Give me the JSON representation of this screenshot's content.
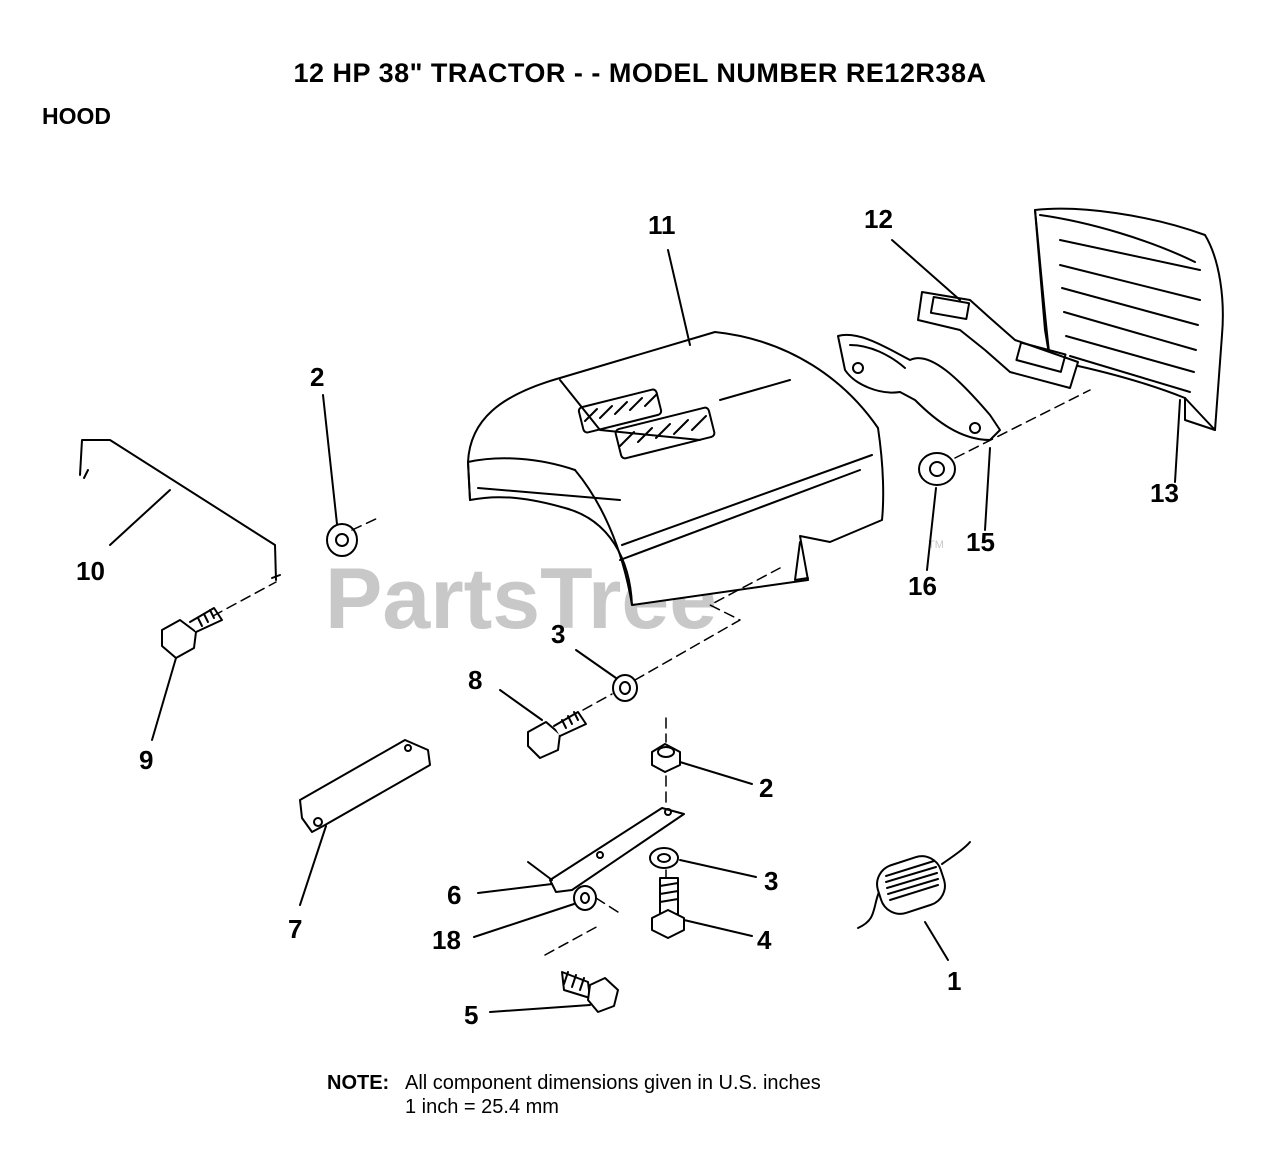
{
  "title": "12 HP 38\" TRACTOR - - MODEL NUMBER RE12R38A",
  "section": "HOOD",
  "watermark": {
    "text": "PartsTree",
    "tm": "TM"
  },
  "callouts": {
    "c1": "1",
    "c2a": "2",
    "c2b": "2",
    "c3a": "3",
    "c3b": "3",
    "c4": "4",
    "c5": "5",
    "c6": "6",
    "c7": "7",
    "c8": "8",
    "c9": "9",
    "c10": "10",
    "c11": "11",
    "c12": "12",
    "c13": "13",
    "c15": "15",
    "c16": "16",
    "c18": "18"
  },
  "note": {
    "label": "NOTE:",
    "line1": "All component dimensions given in U.S. inches",
    "line2": "1 inch = 25.4 mm"
  }
}
